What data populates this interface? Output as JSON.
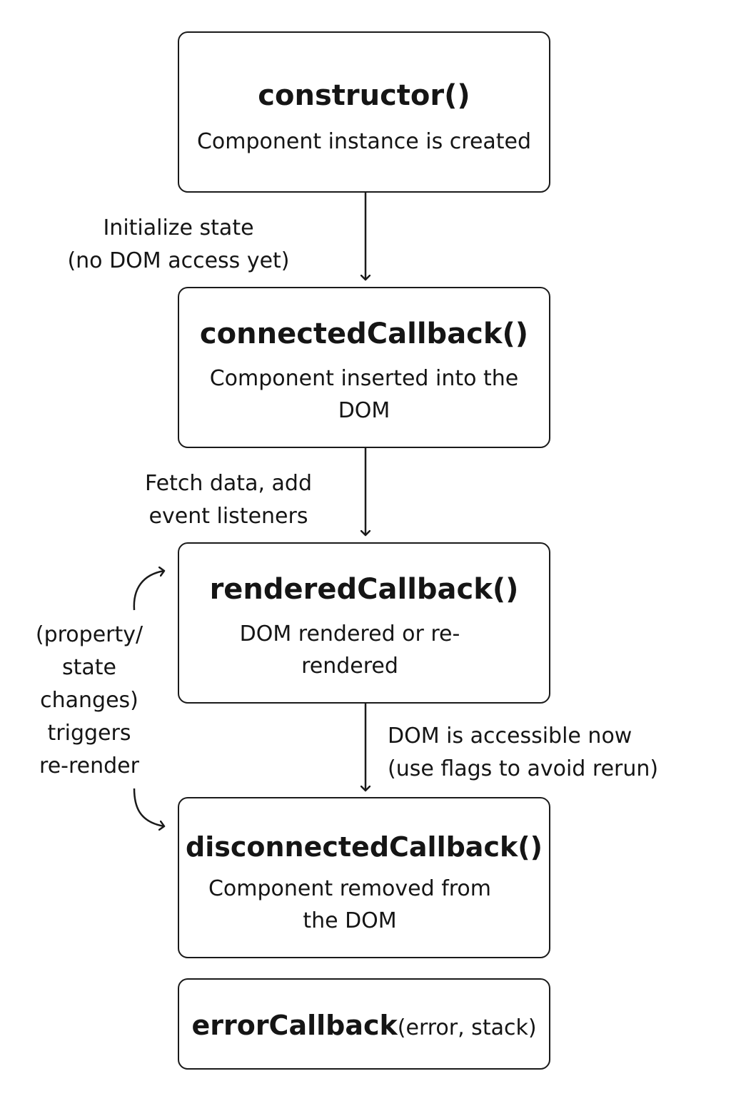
{
  "nodes": {
    "constructor": {
      "title": "constructor()",
      "description": "Component instance is created"
    },
    "connected": {
      "title": "connectedCallback()",
      "description": "Component inserted into the DOM"
    },
    "rendered": {
      "title": "renderedCallback()",
      "description": "DOM rendered or re-rendered"
    },
    "disconnected": {
      "title": "disconnectedCallback()",
      "description": "Component removed from the DOM"
    },
    "error": {
      "title": "errorCallback",
      "args": "(error, stack)"
    }
  },
  "edges": {
    "constructor_to_connected": {
      "line1": "Initialize state",
      "line2": "(no DOM access yet)"
    },
    "connected_to_rendered": {
      "line1": "Fetch data, add",
      "line2": "event listeners"
    },
    "rendered_to_disconnected": {
      "line1": "DOM is accessible now",
      "line2": "(use flags to avoid rerun)"
    }
  },
  "loop": {
    "line1": "(property/",
    "line2": "state",
    "line3": "changes)",
    "line4": "triggers",
    "line5": "re-render"
  }
}
